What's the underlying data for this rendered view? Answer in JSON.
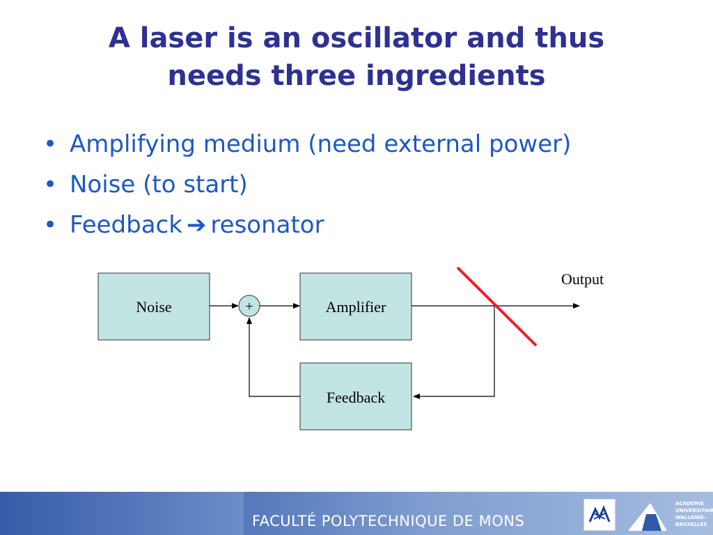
{
  "slide": {
    "title_line1": "A laser is an oscillator and thus",
    "title_line2": "needs three ingredients",
    "bullets": [
      {
        "text": "Amplifying medium (need external power)"
      },
      {
        "text": "Noise (to start)"
      },
      {
        "before": "Feedback",
        "arrow": "➔",
        "after": "resonator"
      }
    ],
    "bullet_symbol": "•"
  },
  "diagram": {
    "noise_label": "Noise",
    "sum_label": "+",
    "amplifier_label": "Amplifier",
    "feedback_label": "Feedback",
    "output_label": "Output",
    "box_fill": "#c2e4e2",
    "mirror_color": "#e8202a"
  },
  "footer": {
    "institution": "FACULTÉ POLYTECHNIQUE DE MONS",
    "academy_line1": "ACADÉMIE",
    "academy_line2": "UNIVERSITAIRE",
    "academy_line3": "WALLONIE-",
    "academy_line4": "BRUXELLES"
  }
}
